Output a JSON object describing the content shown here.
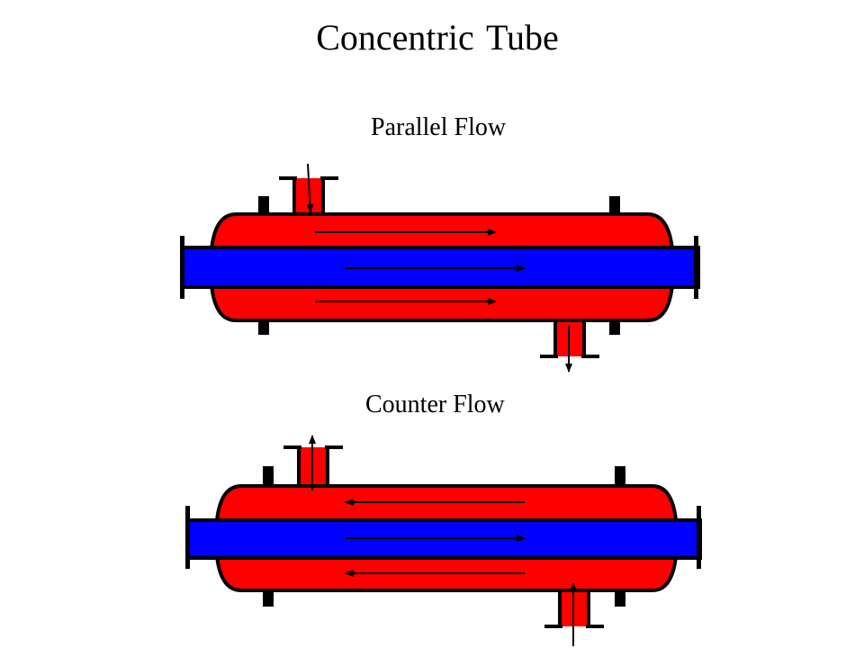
{
  "title": "Concentric Tube",
  "diagrams": [
    {
      "label": "Parallel Flow"
    },
    {
      "label": "Counter Flow"
    }
  ],
  "colors": {
    "shell_fluid": "#ff0000",
    "tube_fluid": "#0000ff",
    "outline": "#000000"
  }
}
